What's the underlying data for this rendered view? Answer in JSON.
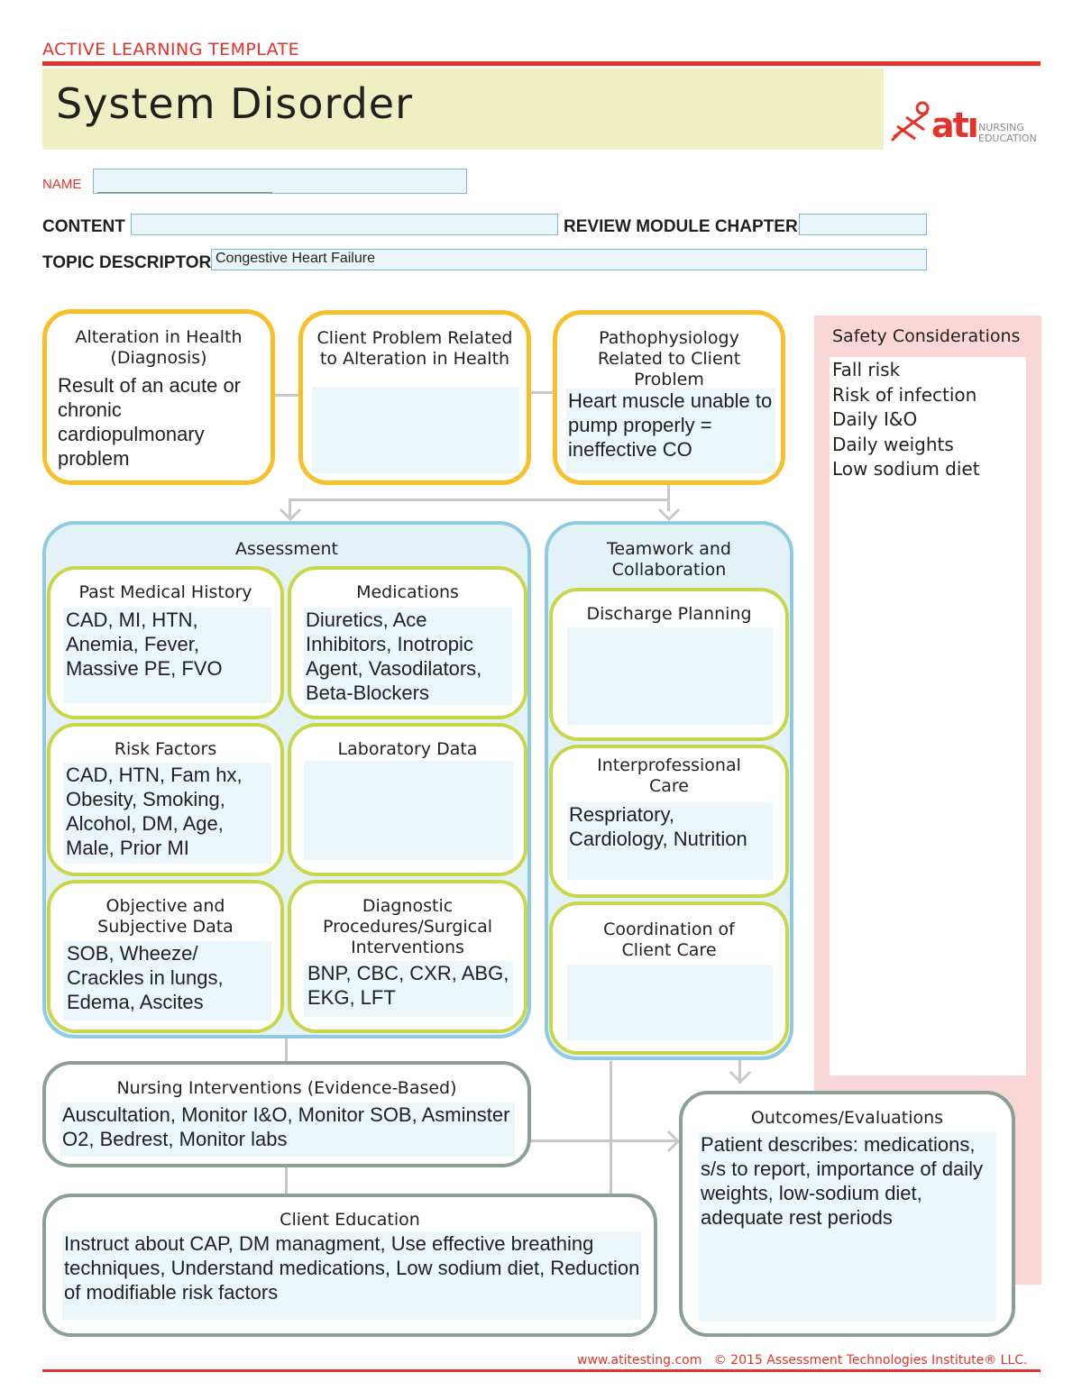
{
  "header": {
    "template_label": "ACTIVE LEARNING TEMPLATE",
    "title": "System Disorder",
    "logo": {
      "mark": "atı",
      "line1": "NURSING",
      "line2": "EDUCATION",
      "accent": "#e4322b"
    }
  },
  "form": {
    "name_label": "NAME",
    "name_value": "_______________________________",
    "content_label": "CONTENT",
    "content_value": "",
    "review_label": "REVIEW MODULE CHAPTER",
    "review_value": "",
    "topic_label": "TOPIC DESCRIPTOR",
    "topic_value": "Congestive Heart Failure"
  },
  "top_boxes": {
    "alteration": {
      "title": "Alteration in Health (Diagnosis)",
      "text": "Result of an acute or chronic cardiopulmonary problem"
    },
    "client_problem": {
      "title": "Client Problem Related to Alteration in Health",
      "text": ""
    },
    "pathophysiology": {
      "title": "Pathophysiology Related to Client Problem",
      "text": "Heart muscle unable to pump properly = ineffective CO"
    }
  },
  "safety": {
    "title": "Safety Considerations",
    "items": [
      "Fall risk",
      "Risk of infection",
      "Daily I&O",
      "Daily weights",
      "Low sodium diet"
    ]
  },
  "assessment": {
    "title": "Assessment",
    "past_medical_history": {
      "title": "Past Medical History",
      "text": "CAD, MI, HTN, Anemia, Fever, Massive PE, FVO"
    },
    "medications": {
      "title": "Medications",
      "text": "Diuretics, Ace Inhibitors, Inotropic Agent, Vasodilators, Beta-Blockers"
    },
    "risk_factors": {
      "title": "Risk Factors",
      "text": "CAD, HTN, Fam hx, Obesity, Smoking, Alcohol, DM, Age, Male, Prior MI"
    },
    "laboratory_data": {
      "title": "Laboratory Data",
      "text": ""
    },
    "objective_subjective": {
      "title": "Objective and Subjective Data",
      "text": "SOB, Wheeze/ Crackles in lungs, Edema, Ascites"
    },
    "diagnostic": {
      "title": "Diagnostic Procedures/Surgical Interventions",
      "text": "BNP, CBC, CXR, ABG, EKG, LFT"
    }
  },
  "teamwork": {
    "title": "Teamwork and Collaboration",
    "discharge": {
      "title": "Discharge Planning",
      "text": ""
    },
    "interprofessional": {
      "title": "Interprofessional Care",
      "text": "Respriatory, Cardiology, Nutrition"
    },
    "coordination": {
      "title": "Coordination of Client Care",
      "text": ""
    }
  },
  "nursing_interventions": {
    "title": "Nursing Interventions (Evidence-Based)",
    "text": "Auscultation, Monitor I&O, Monitor SOB, Asminster O2, Bedrest, Monitor labs"
  },
  "client_education": {
    "title": "Client Education",
    "text": "Instruct about CAP, DM managment, Use effective breathing techniques, Understand medications, Low sodium diet, Reduction of modifiable risk factors"
  },
  "outcomes": {
    "title": "Outcomes/Evaluations",
    "text": "Patient describes: medications, s/s to report, importance of daily weights, low-sodium diet, adequate rest periods"
  },
  "footer": {
    "website": "www.atitesting.com",
    "copyright": "© 2015 Assessment Technologies Institute® LLC."
  },
  "colors": {
    "red": "#e4322b",
    "yellow_border": "#f7c02b",
    "green_border": "#c9d64a",
    "blue_panel": "#8fcbe0",
    "gray_border": "#8a9f98",
    "safety_bg": "#fad6d6",
    "banner_bg": "#eef0c4"
  }
}
